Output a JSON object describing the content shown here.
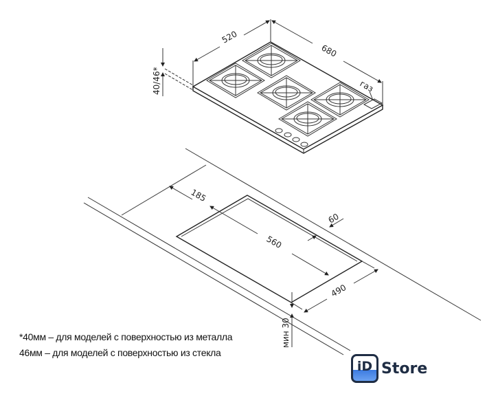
{
  "hob": {
    "width_label": "520",
    "length_label": "680",
    "gas_label": "газ",
    "height_label": "40/46*"
  },
  "cutout": {
    "offset_label": "185",
    "length_label": "560",
    "back_gap_label": "60",
    "depth_label": "490",
    "min_thickness_label": "мин 30"
  },
  "notes": [
    "*40мм – для моделей  с поверхностью  из металла",
    "46мм – для моделей  с поверхностью  из стекла"
  ],
  "logo": {
    "mark": "iD",
    "text": "Store",
    "brand_color": "#1f2d44",
    "accent_color": "#3d7be0"
  }
}
